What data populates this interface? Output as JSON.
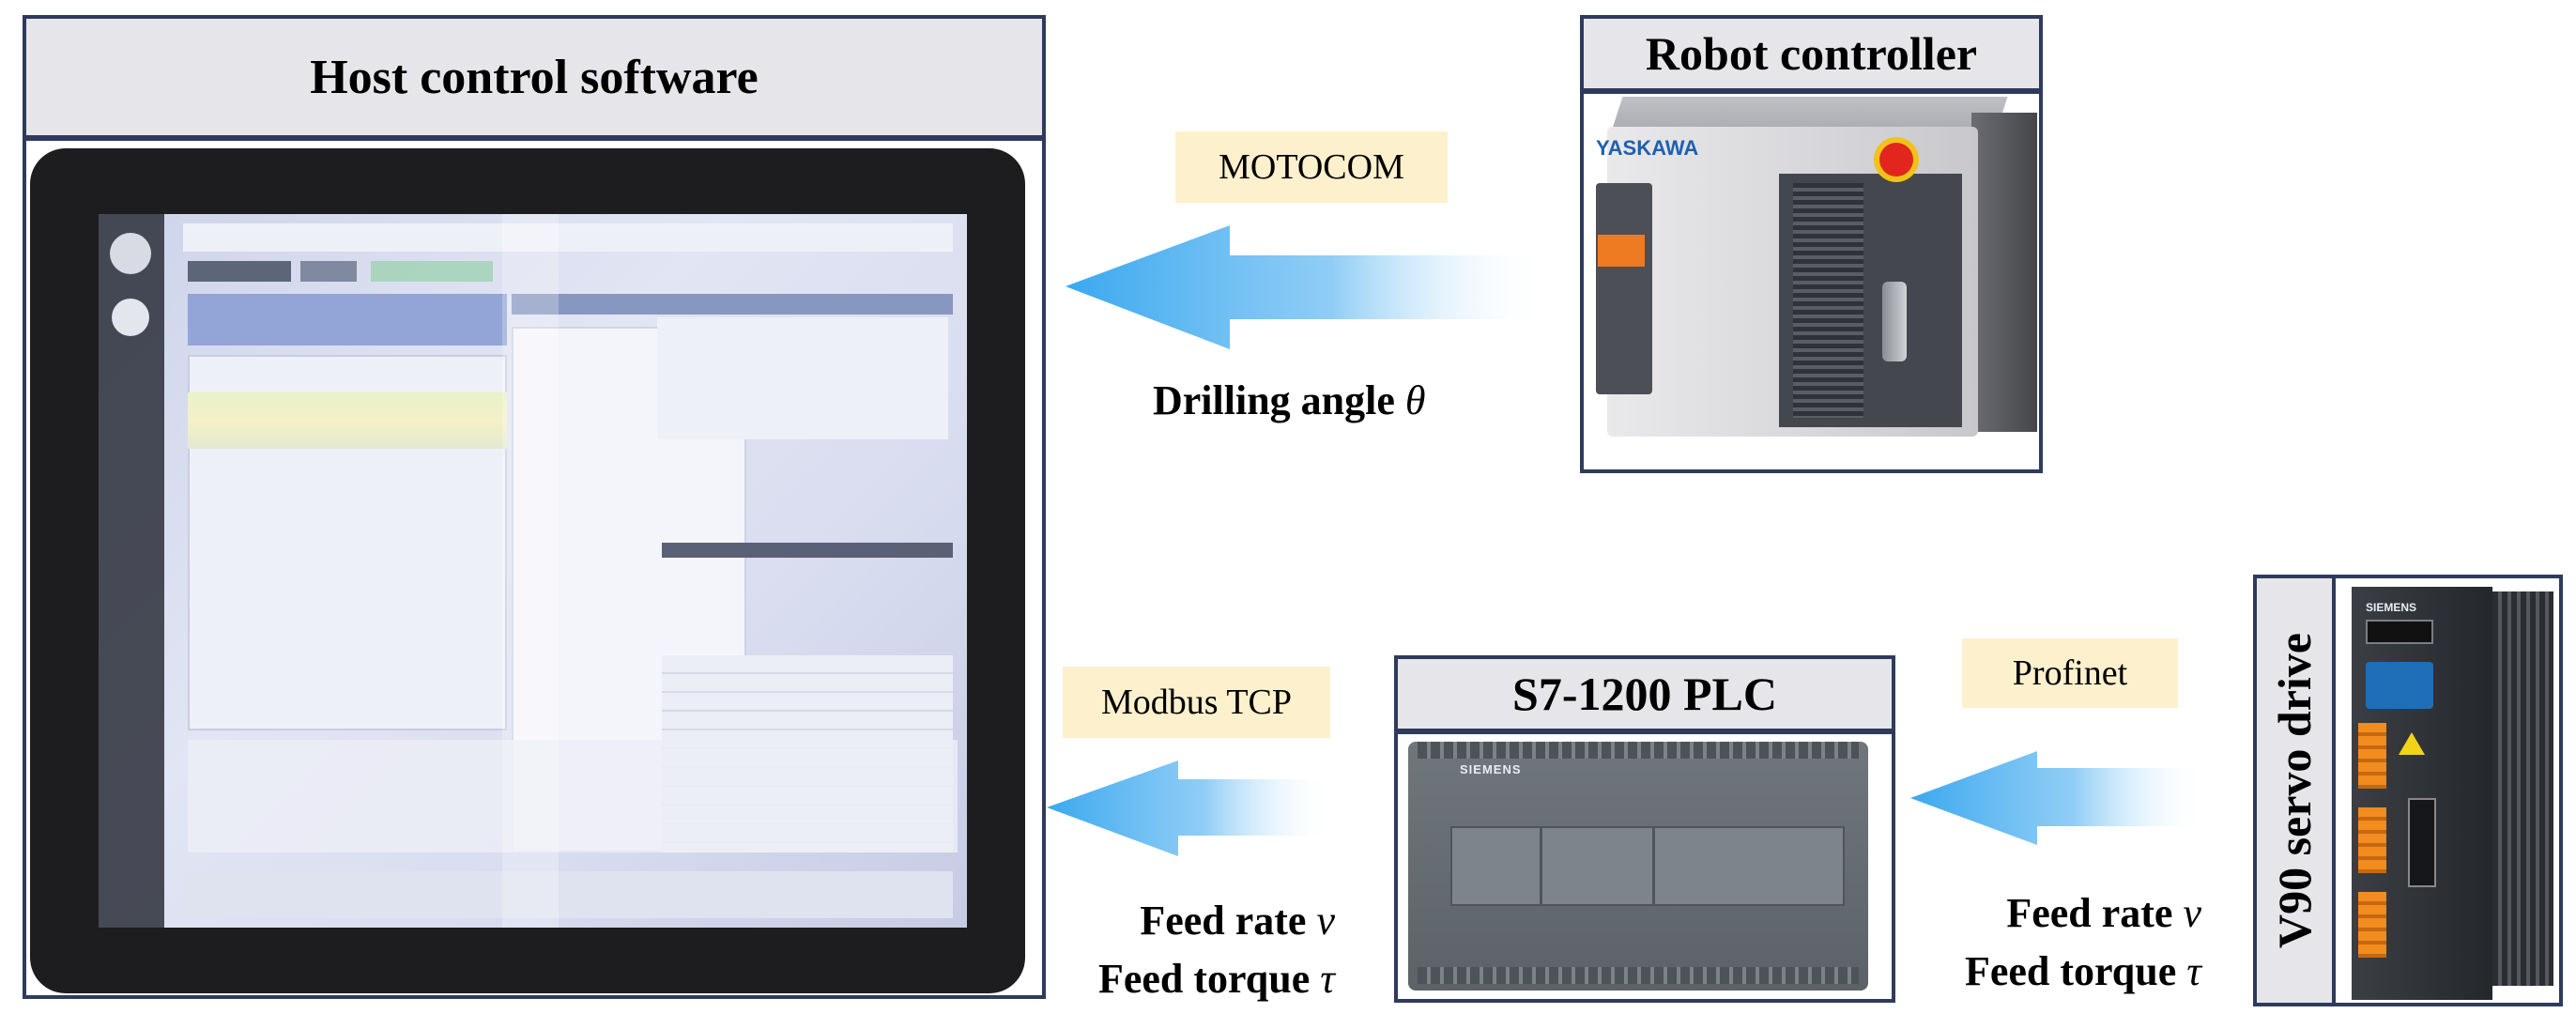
{
  "nodes": {
    "host": {
      "title": "Host control software"
    },
    "robot": {
      "title": "Robot controller",
      "brand": "YASKAWA"
    },
    "plc": {
      "title": "S7-1200 PLC",
      "brand": "SIEMENS"
    },
    "drive": {
      "title": "V90 servo drive",
      "brand": "SIEMENS"
    }
  },
  "links": {
    "robot_to_host": {
      "protocol": "MOTOCOM",
      "signal": "Drilling angle ",
      "symbol": "θ"
    },
    "plc_to_host": {
      "protocol": "Modbus TCP",
      "signal1": "Feed rate ",
      "sym1": "v",
      "signal2": "Feed torque ",
      "sym2": "τ"
    },
    "drive_to_plc": {
      "protocol": "Profinet",
      "signal1": "Feed rate ",
      "sym1": "v",
      "signal2": "Feed torque ",
      "sym2": "τ"
    }
  },
  "colors": {
    "border": "#2f3b5c",
    "title_fill": "#e6e6ea",
    "label_fill": "#fdf0cd",
    "arrow": "#3aa8ef"
  }
}
